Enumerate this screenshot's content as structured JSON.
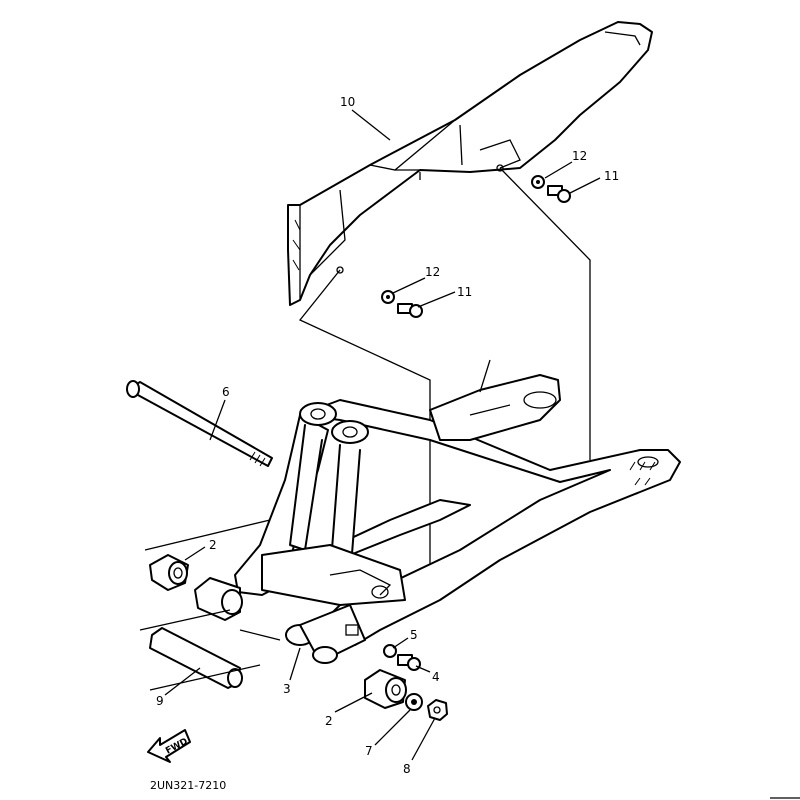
{
  "diagram": {
    "drawing_code": "2UN321-7210",
    "fwd_label": "FWD",
    "callouts": [
      {
        "id": "c10",
        "label": "10"
      },
      {
        "id": "c12a",
        "label": "12"
      },
      {
        "id": "c11a",
        "label": "11"
      },
      {
        "id": "c12b",
        "label": "12"
      },
      {
        "id": "c11b",
        "label": "11"
      },
      {
        "id": "c6",
        "label": "6"
      },
      {
        "id": "c2a",
        "label": "2"
      },
      {
        "id": "c9",
        "label": "9"
      },
      {
        "id": "c3",
        "label": "3"
      },
      {
        "id": "c5",
        "label": "5"
      },
      {
        "id": "c4",
        "label": "4"
      },
      {
        "id": "c2b",
        "label": "2"
      },
      {
        "id": "c7",
        "label": "7"
      },
      {
        "id": "c8",
        "label": "8"
      }
    ]
  }
}
